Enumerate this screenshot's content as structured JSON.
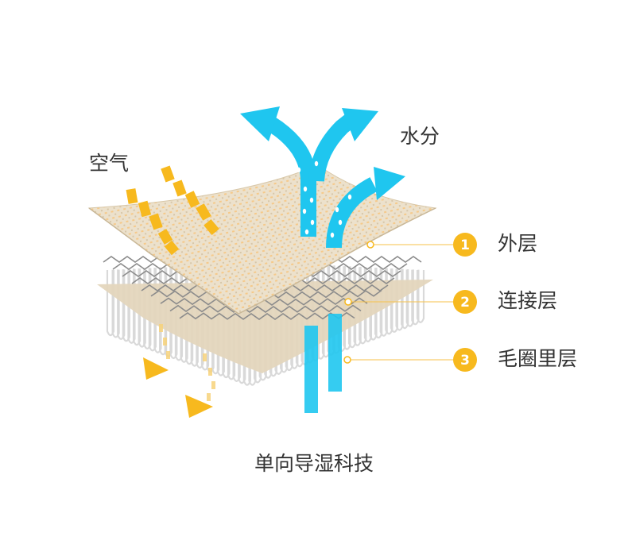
{
  "labels": {
    "air": "空气",
    "moisture": "水分"
  },
  "layers": [
    {
      "number": "1",
      "name": "外层"
    },
    {
      "number": "2",
      "name": "连接层"
    },
    {
      "number": "3",
      "name": "毛圈里层"
    }
  ],
  "caption": "单向导湿科技",
  "colors": {
    "water": "#1fc6ef",
    "air": "#f7b91e",
    "badge": "#f7b91e",
    "leader_line": "#f7c24a",
    "fabric": "#e9dcc6",
    "text": "#333333"
  }
}
